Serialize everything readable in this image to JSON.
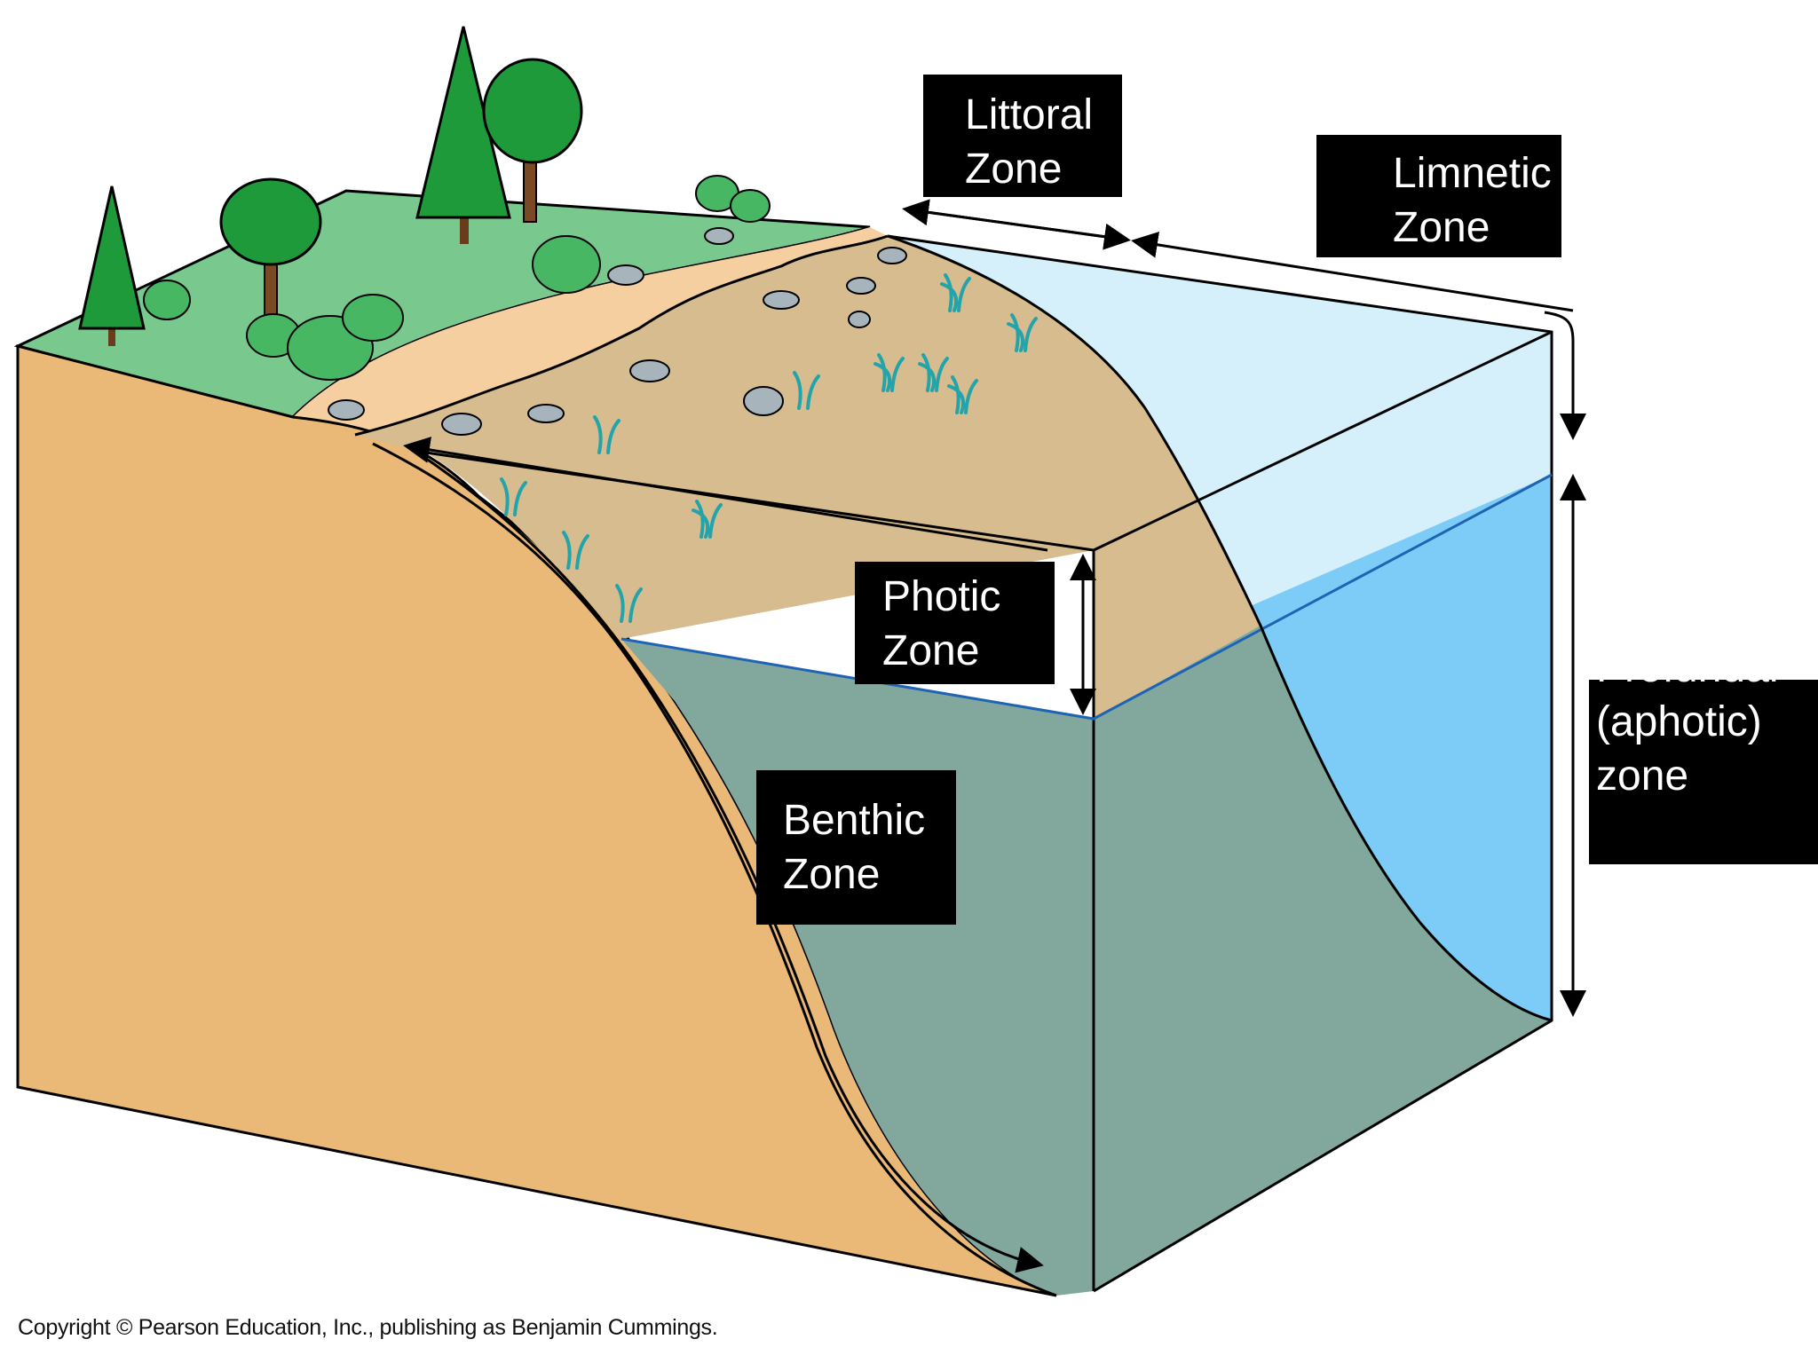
{
  "labels": {
    "littoral": [
      "Littoral",
      "Zone"
    ],
    "limnetic": [
      "Limnetic",
      "Zone"
    ],
    "photic": [
      "Photic",
      "Zone"
    ],
    "benthic": [
      "Benthic",
      "Zone"
    ],
    "profundal": [
      "Profundal",
      "(aphotic)",
      "zone"
    ]
  },
  "copyright": "Copyright © Pearson Education, Inc., publishing as Benjamin Cummings.",
  "colors": {
    "grass": "#79c98f",
    "sand": "#f5cfa0",
    "shore_slope": "#d6bc8f",
    "land_front": "#eab877",
    "photic_water": "#d6f0fb",
    "deep_water": "#7dcbf7",
    "deep_slope": "#82a79d",
    "tree_green": "#1e9a3a",
    "rock": "#a8b4bc",
    "plant_teal": "#23a4ab",
    "label_bg": "#000000",
    "label_text": "#ffffff"
  }
}
